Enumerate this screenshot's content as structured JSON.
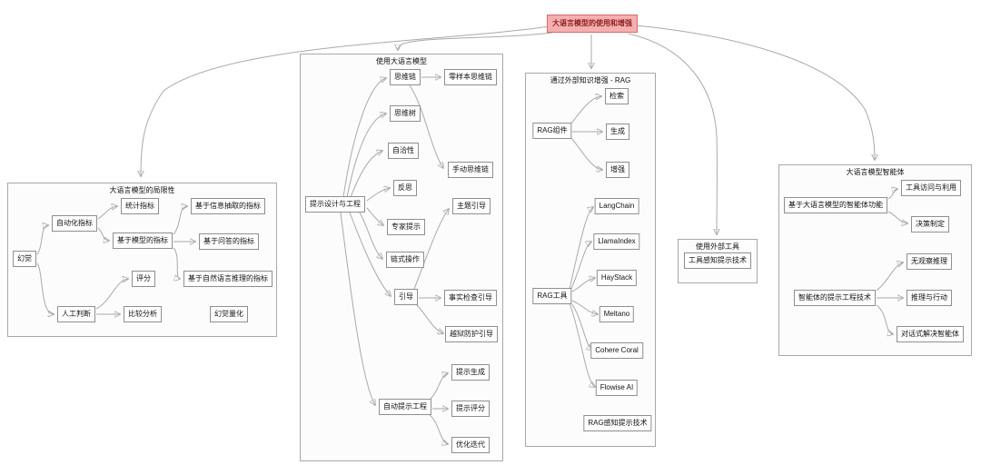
{
  "root": {
    "label": "大语言模型的使用和增强"
  },
  "clusters": {
    "limitations": {
      "title": "大语言模型的局限性"
    },
    "using_llm": {
      "title": "使用大语言模型"
    },
    "rag": {
      "title": "通过外部知识增强 - RAG"
    },
    "external_tools": {
      "title": "使用外部工具"
    },
    "agents": {
      "title": "大语言模型智能体"
    }
  },
  "nodes": {
    "hallucination": "幻觉",
    "automated_metrics": "自动化指标",
    "human_judgment": "人工判断",
    "statistical_metrics": "统计指标",
    "model_based_metrics": "基于模型的指标",
    "scoring": "评分",
    "comparative_analysis": "比较分析",
    "info_extraction_metrics": "基于信息抽取的指标",
    "qa_metrics": "基于问答的指标",
    "nli_metrics": "基于自然语言推理的指标",
    "hallucination_quantification": "幻觉量化",
    "prompt_design_engineering": "提示设计与工程",
    "chain_of_thought": "思维链",
    "zero_shot_cot": "零样本思维链",
    "tree_of_thought": "思维树",
    "self_consistency": "自洽性",
    "manual_cot": "手动思维链",
    "reflection": "反思",
    "expert_prompting": "专家提示",
    "chaining": "链式操作",
    "rails": "引导",
    "topical_rail": "主题引导",
    "fact_check_rail": "事实检查引导",
    "jailbreak_rail": "越狱防护引导",
    "auto_prompt_engineering": "自动提示工程",
    "prompt_generation": "提示生成",
    "prompt_scoring": "提示评分",
    "optimization_iteration": "优化迭代",
    "rag_components": "RAG组件",
    "retrieval": "检索",
    "generation": "生成",
    "augmentation": "增强",
    "rag_tools": "RAG工具",
    "langchain": "LangChain",
    "llamaindex": "LlamaIndex",
    "haystack": "HayStack",
    "meltano": "Meltano",
    "cohere_coral": "Cohere Coral",
    "flowise_ai": "Flowise AI",
    "rag_aware_prompting": "RAG感知提示技术",
    "tool_aware_prompting": "工具感知提示技术",
    "llm_agent_capabilities": "基于大语言模型的智能体功能",
    "tool_access_utilization": "工具访问与利用",
    "decision_making": "决策制定",
    "agent_prompt_engineering": "智能体的提示工程技术",
    "reasoning_wo_observation": "无观察推理",
    "reasoning_and_acting": "推理与行动",
    "dialog_resolving_agents": "对话式解决智能体"
  },
  "colors": {
    "canvas_bg": "#ffffff",
    "root_fill": "#f5afaf",
    "root_stroke": "#d96a6a",
    "root_text": "#8f2222",
    "node_fill": "#ffffff",
    "node_stroke": "#8f8f8f",
    "node_text": "#111111",
    "cluster_fill": "#fcfcfc",
    "cluster_stroke": "#a8a8a8",
    "edge_stroke": "#a9a9a9",
    "arrow_fill": "#222222"
  }
}
